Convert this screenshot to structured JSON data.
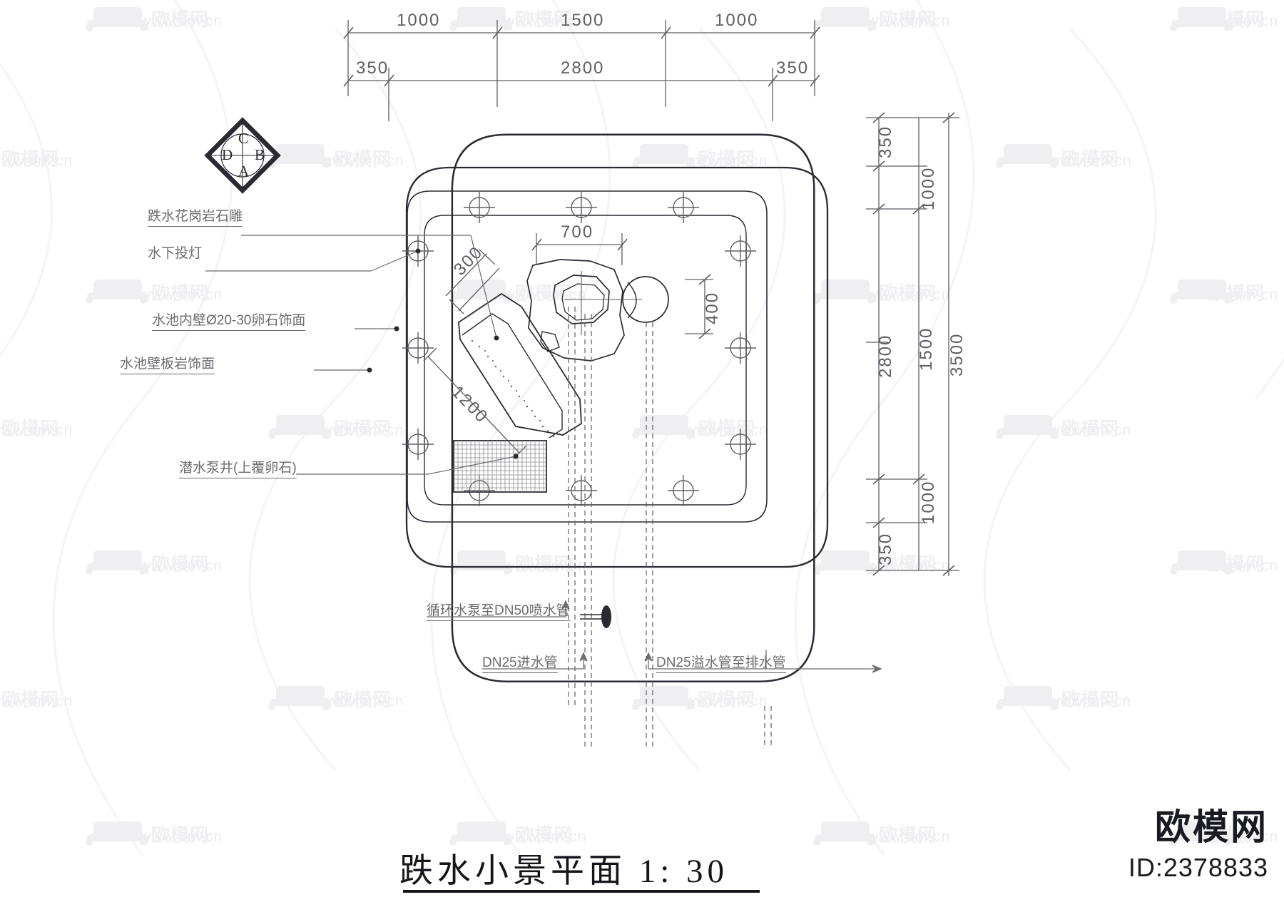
{
  "title": {
    "text": "跌水小景平面 1: 30"
  },
  "brand": {
    "name": "欧模网",
    "id": "ID:2378833"
  },
  "orientation_symbol": {
    "name": "quadrant-key",
    "letters": {
      "top": "C",
      "left": "D",
      "right": "B",
      "bottom": "A"
    }
  },
  "top_dimensions": {
    "upper_chain": [
      "1000",
      "1500",
      "1000"
    ],
    "lower_chain": [
      "350",
      "2800",
      "350"
    ]
  },
  "right_dimensions": {
    "inner_chain": [
      "350",
      "1000",
      "2800",
      "1000",
      "350"
    ],
    "mid_chain": [
      "1500"
    ],
    "outer_chain": [
      "3500"
    ]
  },
  "interior_dimensions": {
    "sculpture_width": "700",
    "sculpture_depth": "400",
    "slab_offset": "300",
    "slab_length": "1200"
  },
  "annotations": [
    {
      "name": "waterfall-granite-carving",
      "text": "跌水花岗岩石雕"
    },
    {
      "name": "underwater-spotlight",
      "text": "水下投灯"
    },
    {
      "name": "pool-inner-wall-finish",
      "text": "水池内壁Ø20-30卵石饰面"
    },
    {
      "name": "pool-wall-slate-finish",
      "text": "水池壁板岩饰面"
    },
    {
      "name": "submersible-pump-well",
      "text": "潜水泵井(上覆卵石)"
    }
  ],
  "pipe_annotations": [
    {
      "name": "circulation-pump-to-spray-pipe",
      "text": "循环水泵至DN50喷水管"
    },
    {
      "name": "inlet-pipe",
      "text": "DN25进水管"
    },
    {
      "name": "overflow-to-drain-pipe",
      "text": "DN25溢水管至排水管"
    }
  ],
  "watermark": {
    "text": "www.om.cn",
    "logo_text": "欧模网"
  },
  "colors": {
    "line": "#2a2a33",
    "dim_line": "#5e5e66",
    "label": "#6b6b72",
    "watermark": "#d9d9de",
    "background": "#ffffff"
  }
}
